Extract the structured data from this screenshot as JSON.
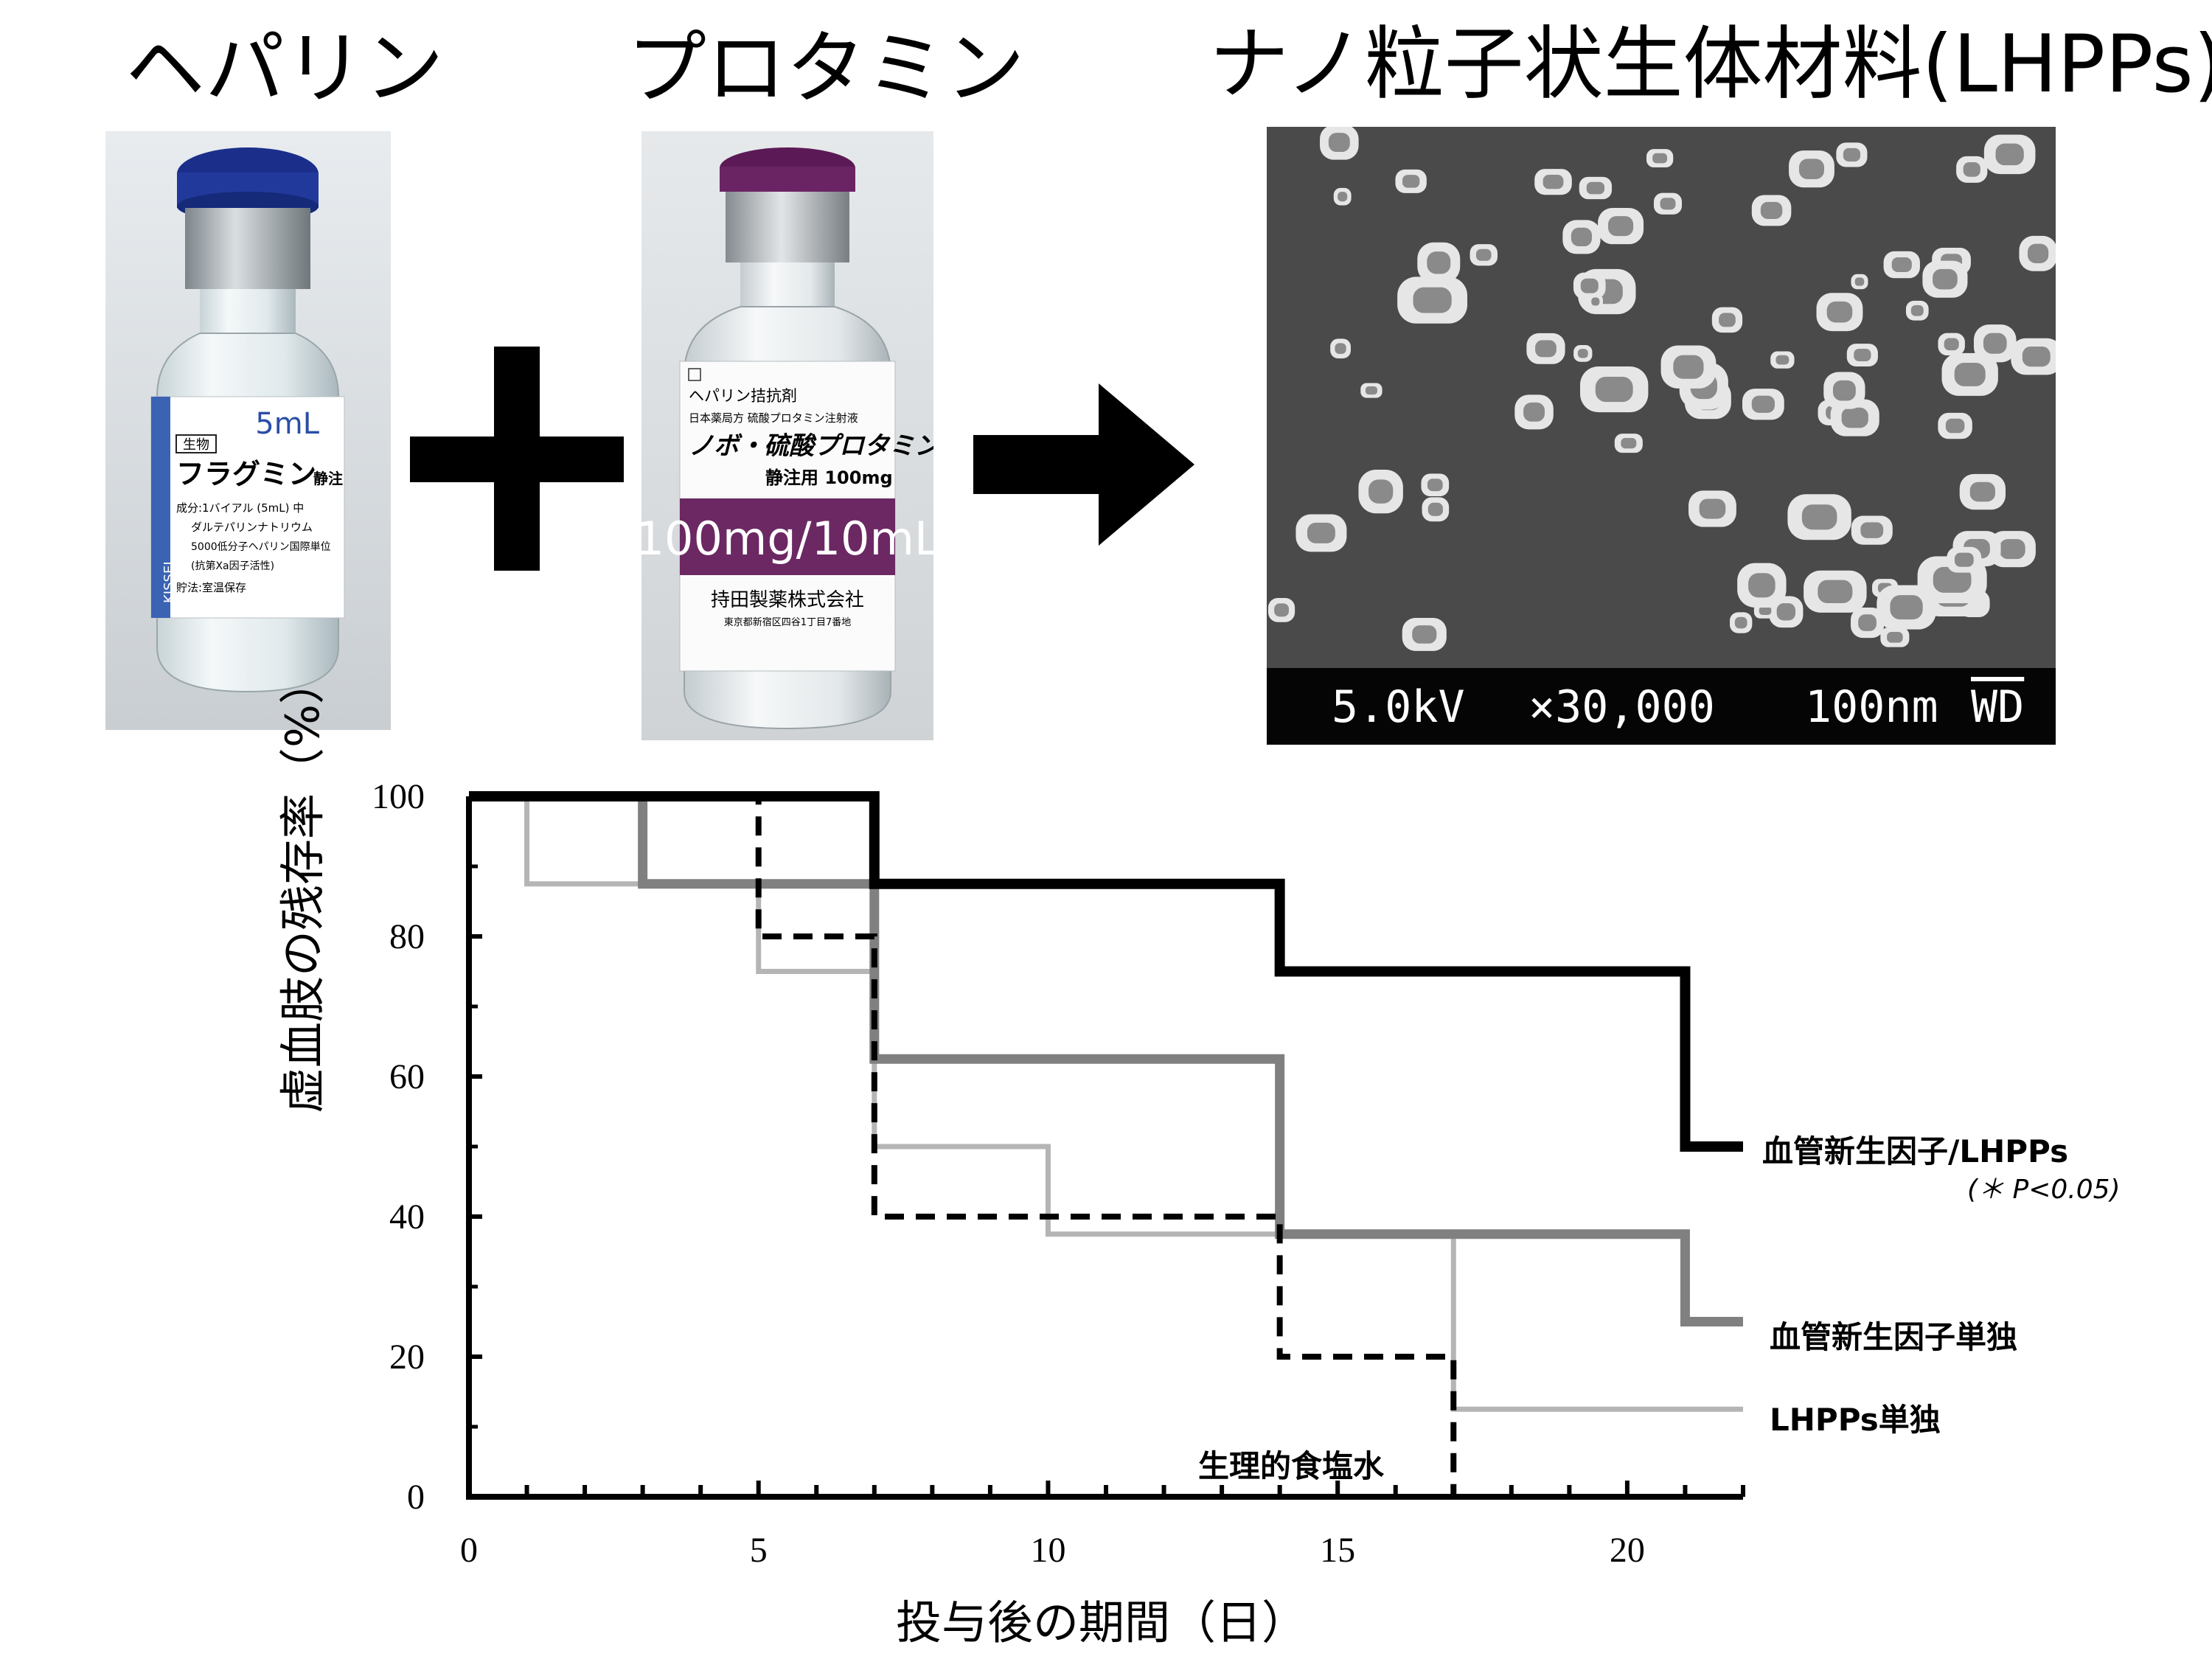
{
  "titles": {
    "heparin": "ヘパリン",
    "protamine": "プロタミン",
    "nanoparticle": "ナノ粒子状生体材料(LHPPs)"
  },
  "vial1": {
    "category": "生物",
    "volume": "5mL",
    "brand": "フラグミン",
    "brand_suffix": "静注",
    "line1": "成分:1バイアル (5mL) 中",
    "line2": "ダルテパリンナトリウム",
    "line3": "5000低分子ヘパリン国際単位",
    "line4": "(抗第Xa因子活性)",
    "storage": "貯法:室温保存",
    "maker": "KISSEI"
  },
  "vial2": {
    "type": "ヘパリン拮抗剤",
    "pharmacopeia": "日本薬局方 硫酸プロタミン注射液",
    "brand": "ノボ・硫酸プロタミン",
    "route": "静注用 100mg",
    "dose": "100mg/10mL",
    "maker": "持田製薬株式会社",
    "address": "東京都新宿区四谷1丁目7番地"
  },
  "sem": {
    "voltage": "5.0kV",
    "magnification": "×30,000",
    "scale": "100nm",
    "wd": "WD"
  },
  "chart_data": {
    "type": "line",
    "step": true,
    "xlabel": "投与後の期間（日）",
    "ylabel": "虚血肢の残存率（%）",
    "xlim": [
      0,
      22
    ],
    "ylim": [
      0,
      100
    ],
    "xticks": [
      0,
      5,
      10,
      15,
      20
    ],
    "yticks": [
      0,
      20,
      40,
      60,
      80,
      100
    ],
    "grid": false,
    "series": [
      {
        "name": "血管新生因子/LHPPs",
        "annotation": "(＊ P<0.05)",
        "color": "#000000",
        "style": "solid-thick",
        "points": [
          [
            0,
            100
          ],
          [
            7,
            100
          ],
          [
            7,
            87.5
          ],
          [
            14,
            87.5
          ],
          [
            14,
            75
          ],
          [
            21,
            75
          ],
          [
            21,
            50
          ],
          [
            22,
            50
          ]
        ]
      },
      {
        "name": "血管新生因子単独",
        "color": "#808080",
        "style": "solid",
        "points": [
          [
            0,
            100
          ],
          [
            3,
            100
          ],
          [
            3,
            87.5
          ],
          [
            7,
            87.5
          ],
          [
            7,
            62.5
          ],
          [
            14,
            62.5
          ],
          [
            14,
            37.5
          ],
          [
            21,
            37.5
          ],
          [
            21,
            25
          ],
          [
            22,
            25
          ]
        ]
      },
      {
        "name": "LHPPs単独",
        "color": "#b5b5b5",
        "style": "solid-thin",
        "points": [
          [
            0,
            100
          ],
          [
            1,
            100
          ],
          [
            1,
            87.5
          ],
          [
            5,
            87.5
          ],
          [
            5,
            75
          ],
          [
            7,
            75
          ],
          [
            7,
            50
          ],
          [
            10,
            50
          ],
          [
            10,
            37.5
          ],
          [
            17,
            37.5
          ],
          [
            17,
            12.5
          ],
          [
            22,
            12.5
          ]
        ]
      },
      {
        "name": "生理的食塩水",
        "color": "#000000",
        "style": "dashed",
        "points": [
          [
            0,
            100
          ],
          [
            5,
            100
          ],
          [
            5,
            80
          ],
          [
            7,
            80
          ],
          [
            7,
            40
          ],
          [
            14,
            40
          ],
          [
            14,
            20
          ],
          [
            17,
            20
          ],
          [
            17,
            0
          ]
        ]
      }
    ]
  }
}
